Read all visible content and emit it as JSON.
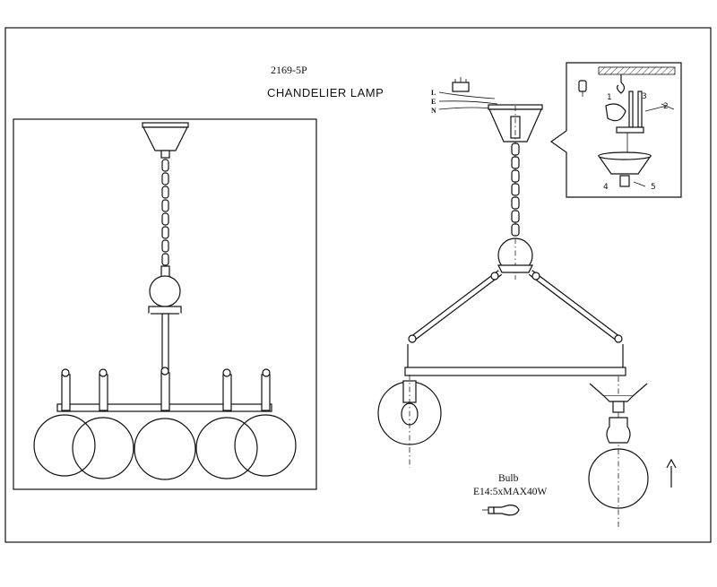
{
  "drawing": {
    "model_number": "2169-5P",
    "title": "CHANDELIER LAMP"
  },
  "bulb_spec": {
    "label": "Bulb",
    "spec": "E14:5xMAX40W"
  },
  "wiring": {
    "live": "L",
    "earth": "E",
    "neutral": "N"
  },
  "installation_steps": [
    "1",
    "2",
    "3",
    "4",
    "5"
  ],
  "icons": [
    "ceiling-hook-icon",
    "bulb-icon",
    "up-arrow-icon",
    "screw-icon"
  ]
}
